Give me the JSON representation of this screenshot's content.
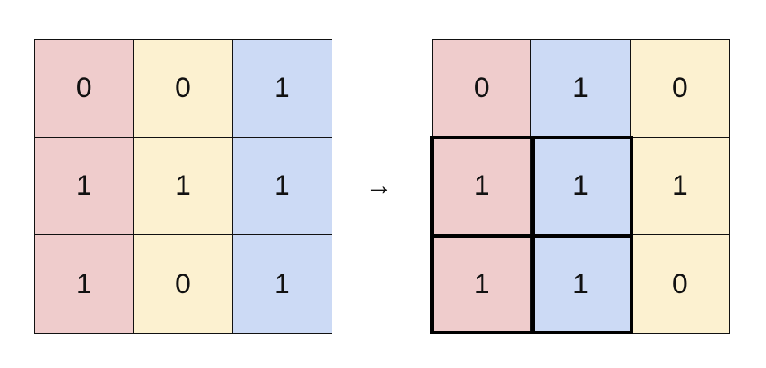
{
  "left_grid": {
    "rows": [
      [
        {
          "value": "0",
          "color": "#efcccc"
        },
        {
          "value": "0",
          "color": "#fcf1d0"
        },
        {
          "value": "1",
          "color": "#ccdaf5"
        }
      ],
      [
        {
          "value": "1",
          "color": "#efcccc"
        },
        {
          "value": "1",
          "color": "#fcf1d0"
        },
        {
          "value": "1",
          "color": "#ccdaf5"
        }
      ],
      [
        {
          "value": "1",
          "color": "#efcccc"
        },
        {
          "value": "0",
          "color": "#fcf1d0"
        },
        {
          "value": "1",
          "color": "#ccdaf5"
        }
      ]
    ]
  },
  "arrow": "→",
  "right_grid": {
    "rows": [
      [
        {
          "value": "0",
          "color": "#efcccc"
        },
        {
          "value": "1",
          "color": "#ccdaf5"
        },
        {
          "value": "0",
          "color": "#fcf1d0"
        }
      ],
      [
        {
          "value": "1",
          "color": "#efcccc"
        },
        {
          "value": "1",
          "color": "#ccdaf5"
        },
        {
          "value": "1",
          "color": "#fcf1d0"
        }
      ],
      [
        {
          "value": "1",
          "color": "#efcccc"
        },
        {
          "value": "1",
          "color": "#ccdaf5"
        },
        {
          "value": "0",
          "color": "#fcf1d0"
        }
      ]
    ]
  }
}
